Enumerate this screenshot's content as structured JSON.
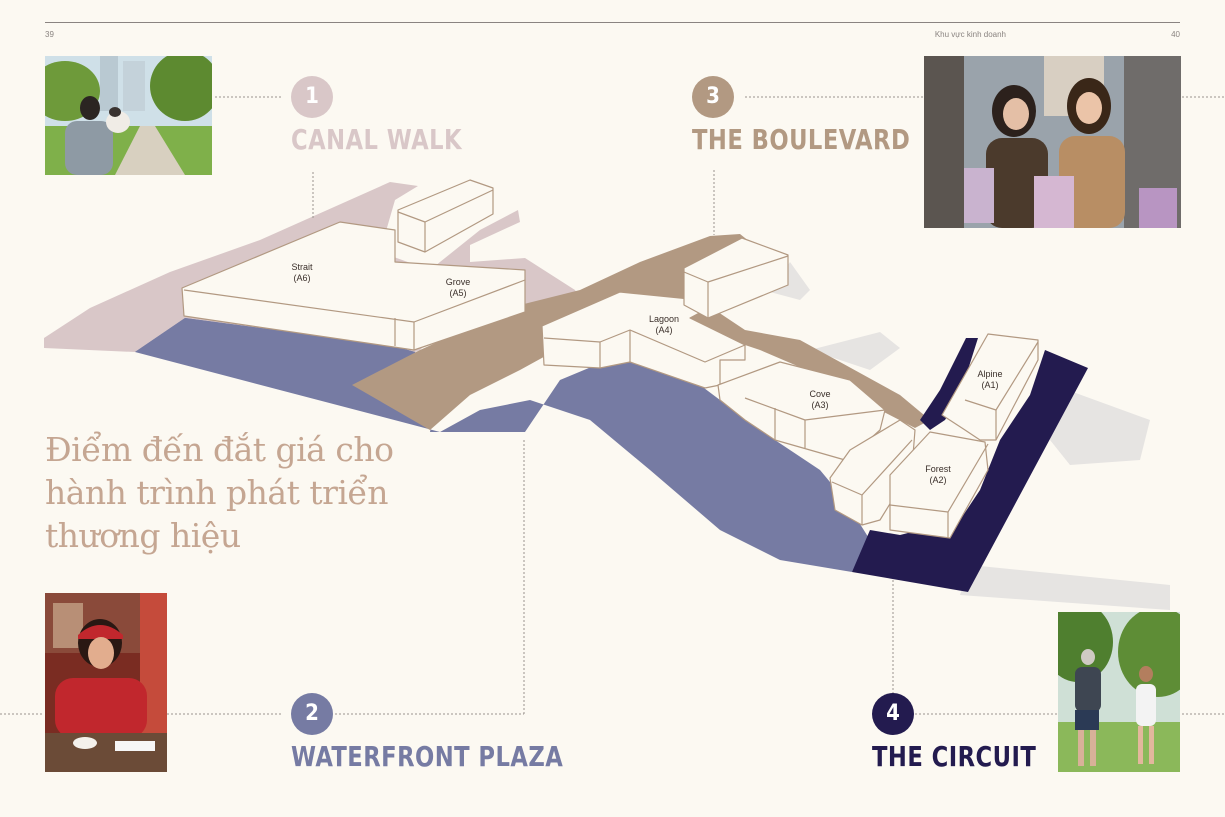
{
  "header": {
    "page_left": "39",
    "section": "Khu vực kinh doanh",
    "page_right": "40"
  },
  "zones": [
    {
      "number": "1",
      "name": "CANAL WALK",
      "color": "#d9c7c8"
    },
    {
      "number": "2",
      "name": "WATERFRONT PLAZA",
      "color": "#767ba3"
    },
    {
      "number": "3",
      "name": "THE BOULEVARD",
      "color": "#b29982"
    },
    {
      "number": "4",
      "name": "THE CIRCUIT",
      "color": "#231b4f"
    }
  ],
  "headline": {
    "line1": "Điểm đến đắt giá cho",
    "line2": "hành trình phát triển",
    "line3": "thương hiệu"
  },
  "buildings": [
    {
      "name": "Strait",
      "code": "(A6)"
    },
    {
      "name": "Grove",
      "code": "(A5)"
    },
    {
      "name": "Lagoon",
      "code": "(A4)"
    },
    {
      "name": "Cove",
      "code": "(A3)"
    },
    {
      "name": "Alpine",
      "code": "(A1)"
    },
    {
      "name": "Forest",
      "code": "(A2)"
    }
  ],
  "photos": [
    {
      "icon": "man-with-dog-photo-icon"
    },
    {
      "icon": "women-shopping-photo-icon"
    },
    {
      "icon": "woman-cafe-photo-icon"
    },
    {
      "icon": "couple-walking-photo-icon"
    }
  ]
}
